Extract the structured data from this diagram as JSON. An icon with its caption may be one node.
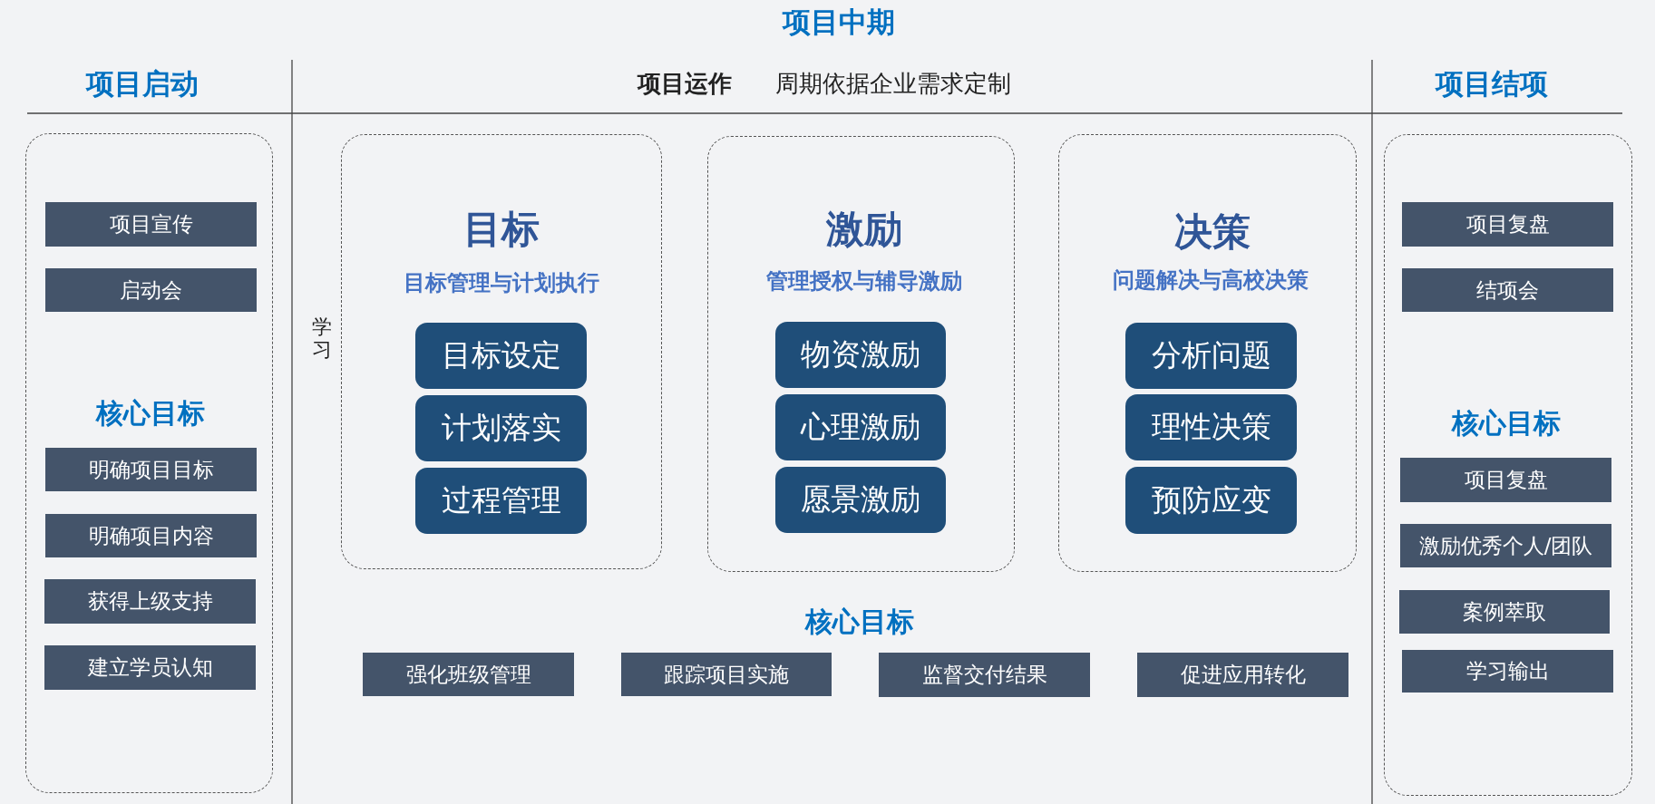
{
  "diagram": {
    "nodes": [
      {
        "text": [
          "核心目标"
        ]
      },
      {
        "text": [
          "项目宣传"
        ],
        "in": 0
      },
      {
        "text": [
          "启动会"
        ],
        "in": 0
      },
      {
        "text": [
          "明确项目目标"
        ],
        "in": 0
      },
      {
        "text": [
          "明确项目内容"
        ],
        "in": 0
      },
      {
        "text": [
          "获得上级支持"
        ],
        "in": 0
      },
      {
        "text": [
          "建立学员认知"
        ],
        "in": 0
      },
      {
        "text": [
          "目标",
          "目标管理与计划执行"
        ]
      },
      {
        "text": [
          "目标设定"
        ],
        "in": 7
      },
      {
        "text": [
          "计划落实"
        ],
        "in": 7
      },
      {
        "text": [
          "过程管理"
        ],
        "in": 7
      },
      {
        "text": [
          "激励",
          "管理授权与辅导激励"
        ]
      },
      {
        "text": [
          "物资激励"
        ],
        "in": 11
      },
      {
        "text": [
          "心理激励"
        ],
        "in": 11
      },
      {
        "text": [
          "愿景激励"
        ],
        "in": 11
      },
      {
        "text": [
          "决策",
          "问题解决与高校决策"
        ]
      },
      {
        "text": [
          "分析问题"
        ],
        "in": 15
      },
      {
        "text": [
          "理性决策"
        ],
        "in": 15
      },
      {
        "text": [
          "预防应变"
        ],
        "in": 15
      },
      {
        "text": [
          "强化班级管理"
        ]
      },
      {
        "text": [
          "跟踪项目实施"
        ]
      },
      {
        "text": [
          "监督交付结果"
        ]
      },
      {
        "text": [
          "促进应用转化"
        ]
      },
      {
        "text": [
          "核心目标"
        ]
      },
      {
        "text": [
          "项目复盘"
        ],
        "in": 23
      },
      {
        "text": [
          "结项会"
        ],
        "in": 23
      },
      {
        "text": [
          "项目复盘"
        ],
        "in": 23
      },
      {
        "text": [
          "激励优秀个人/团队"
        ],
        "in": 23
      },
      {
        "text": [
          "案例萃取"
        ],
        "in": 23
      },
      {
        "text": [
          "学习输出"
        ],
        "in": 23
      }
    ],
    "labels": [
      "项目中期",
      "项目启动",
      "项目运作",
      "周期依据企业需求定制",
      "项目结项",
      "学习",
      "核心目标"
    ]
  }
}
